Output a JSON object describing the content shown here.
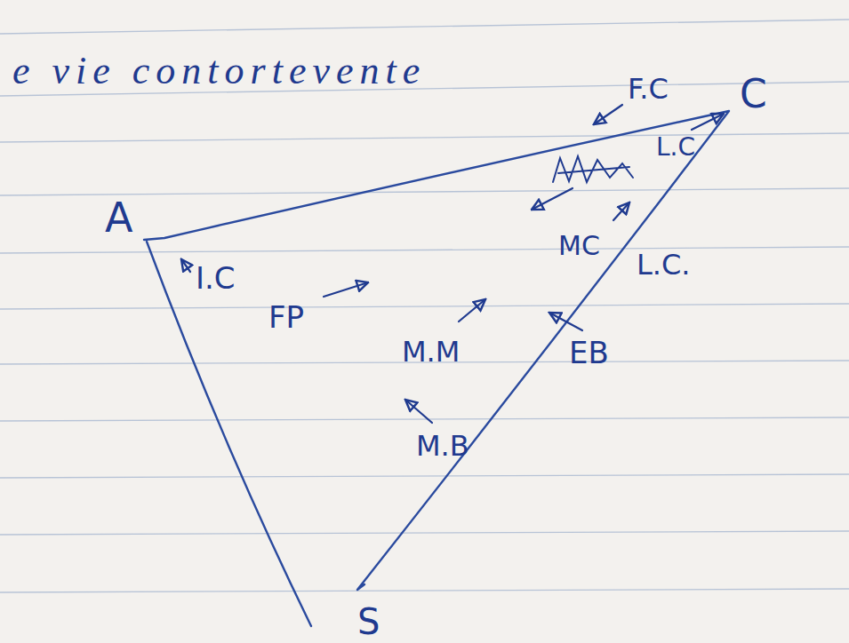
{
  "diagram": {
    "labels": [
      "e vie contortevente",
      "A",
      "C",
      "S",
      "F.C",
      "L.C",
      "MC",
      "L.C.",
      "I.C",
      "FP",
      "M.M",
      "EB",
      "M.B"
    ]
  }
}
